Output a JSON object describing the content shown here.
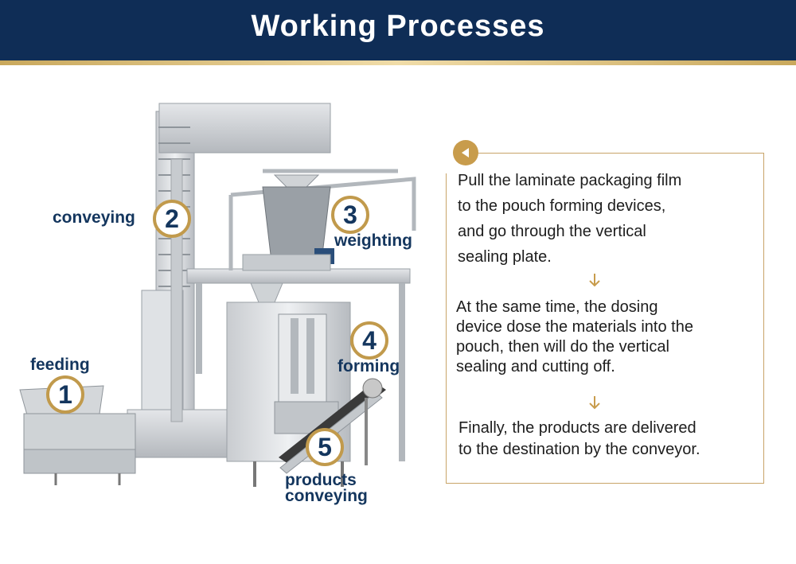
{
  "header": {
    "title": "Working Processes",
    "background": "#0f2d56",
    "accent": "#c9a85c"
  },
  "steps": [
    {
      "number": "1",
      "label": "feeding"
    },
    {
      "number": "2",
      "label": "conveying"
    },
    {
      "number": "3",
      "label": "weighting"
    },
    {
      "number": "4",
      "label": "forming"
    },
    {
      "number": "5",
      "label_line1": "products",
      "label_line2": "conveying"
    }
  ],
  "panel": {
    "badge_icon": "triangle-left-icon",
    "paragraphs": [
      [
        "Pull the laminate packaging film",
        "to the pouch forming devices,",
        "and go through the vertical",
        "sealing plate."
      ],
      [
        "At the same time, the dosing",
        "device dose the materials into the",
        "pouch, then will do the vertical",
        "sealing and cutting off."
      ],
      [
        "Finally, the products are delivered",
        "to the destination by the conveyor."
      ]
    ],
    "arrow_icon": "arrow-down-icon",
    "border_color": "#c8a468"
  },
  "colors": {
    "label_text": "#14365e",
    "circle_border": "#c19a4c",
    "badge": "#c89c4c"
  }
}
